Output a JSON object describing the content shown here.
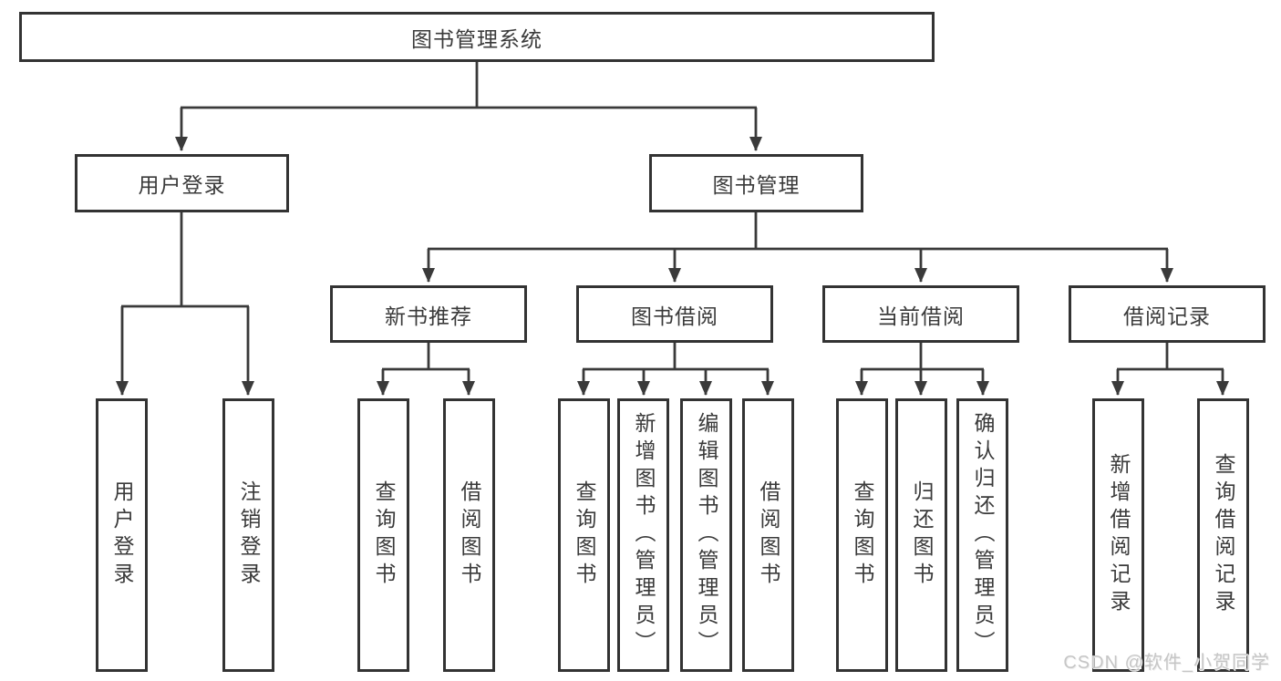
{
  "colors": {
    "line": "#3a3a3a",
    "box_border": "#333333",
    "box_fill": "#ffffff",
    "text": "#3a3a3a",
    "watermark": "#c6c6c6"
  },
  "watermark": "CSDN @软件_小贺同学",
  "tree": {
    "root": "图书管理系统",
    "branches": [
      {
        "label": "用户登录",
        "leaves": [
          "用户登录",
          "注销登录"
        ]
      },
      {
        "label": "图书管理",
        "groups": [
          {
            "label": "新书推荐",
            "leaves": [
              "查询图书",
              "借阅图书"
            ]
          },
          {
            "label": "图书借阅",
            "leaves": [
              "查询图书",
              "新增图书（管理员）",
              "编辑图书（管理员）",
              "借阅图书"
            ]
          },
          {
            "label": "当前借阅",
            "leaves": [
              "查询图书",
              "归还图书",
              "确认归还（管理员）"
            ]
          },
          {
            "label": "借阅记录",
            "leaves": [
              "新增借阅记录",
              "查询借阅记录"
            ]
          }
        ]
      }
    ]
  }
}
